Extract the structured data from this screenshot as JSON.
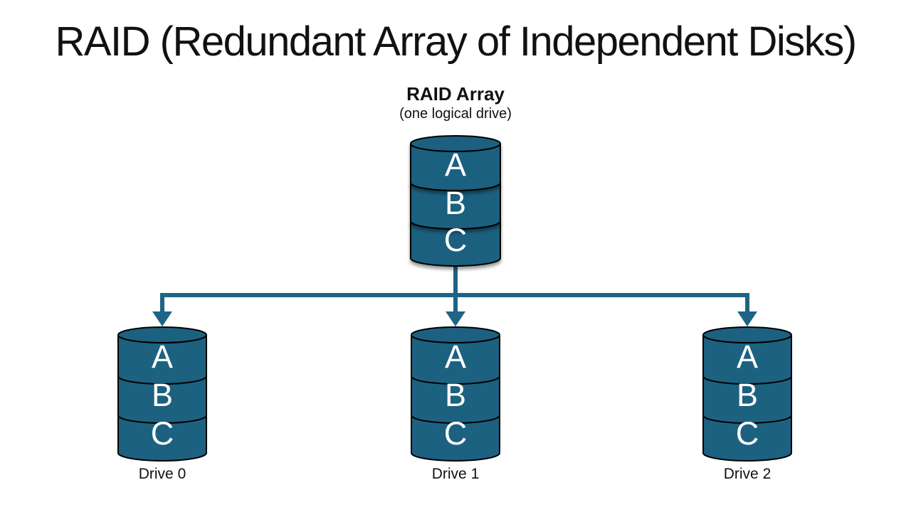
{
  "title": "RAID (Redundant Array of Independent Disks)",
  "raid_array": {
    "label": "RAID Array",
    "sublabel": "(one logical drive)",
    "blocks": [
      "A",
      "B",
      "C"
    ]
  },
  "drives": [
    {
      "label": "Drive 0",
      "blocks": [
        "A",
        "B",
        "C"
      ]
    },
    {
      "label": "Drive 1",
      "blocks": [
        "A",
        "B",
        "C"
      ]
    },
    {
      "label": "Drive 2",
      "blocks": [
        "A",
        "B",
        "C"
      ]
    }
  ],
  "colors": {
    "cylinder_fill": "#1D6180",
    "cylinder_outline": "#000000",
    "connector": "#1E6486",
    "block_letter": "#FFFFFF",
    "label_text": "#111111",
    "background": "#FFFFFF"
  }
}
